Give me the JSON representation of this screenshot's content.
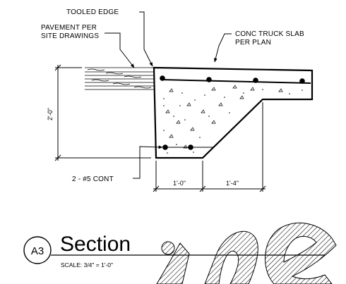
{
  "notes": {
    "tooled_edge": "TOOLED EDGE",
    "pavement_line1": "PAVEMENT PER",
    "pavement_line2": "SITE DRAWINGS",
    "slab_line1": "CONC TRUCK SLAB",
    "slab_line2": "PER PLAN",
    "rebar": "2 - #5 CONT"
  },
  "dimensions": {
    "height": "2'-0\"",
    "width_left": "1'-0\"",
    "width_right": "1'-4\""
  },
  "title_block": {
    "tag": "A3",
    "title": "Section",
    "scale": "SCALE: 3/4\" = 1'-0\""
  }
}
